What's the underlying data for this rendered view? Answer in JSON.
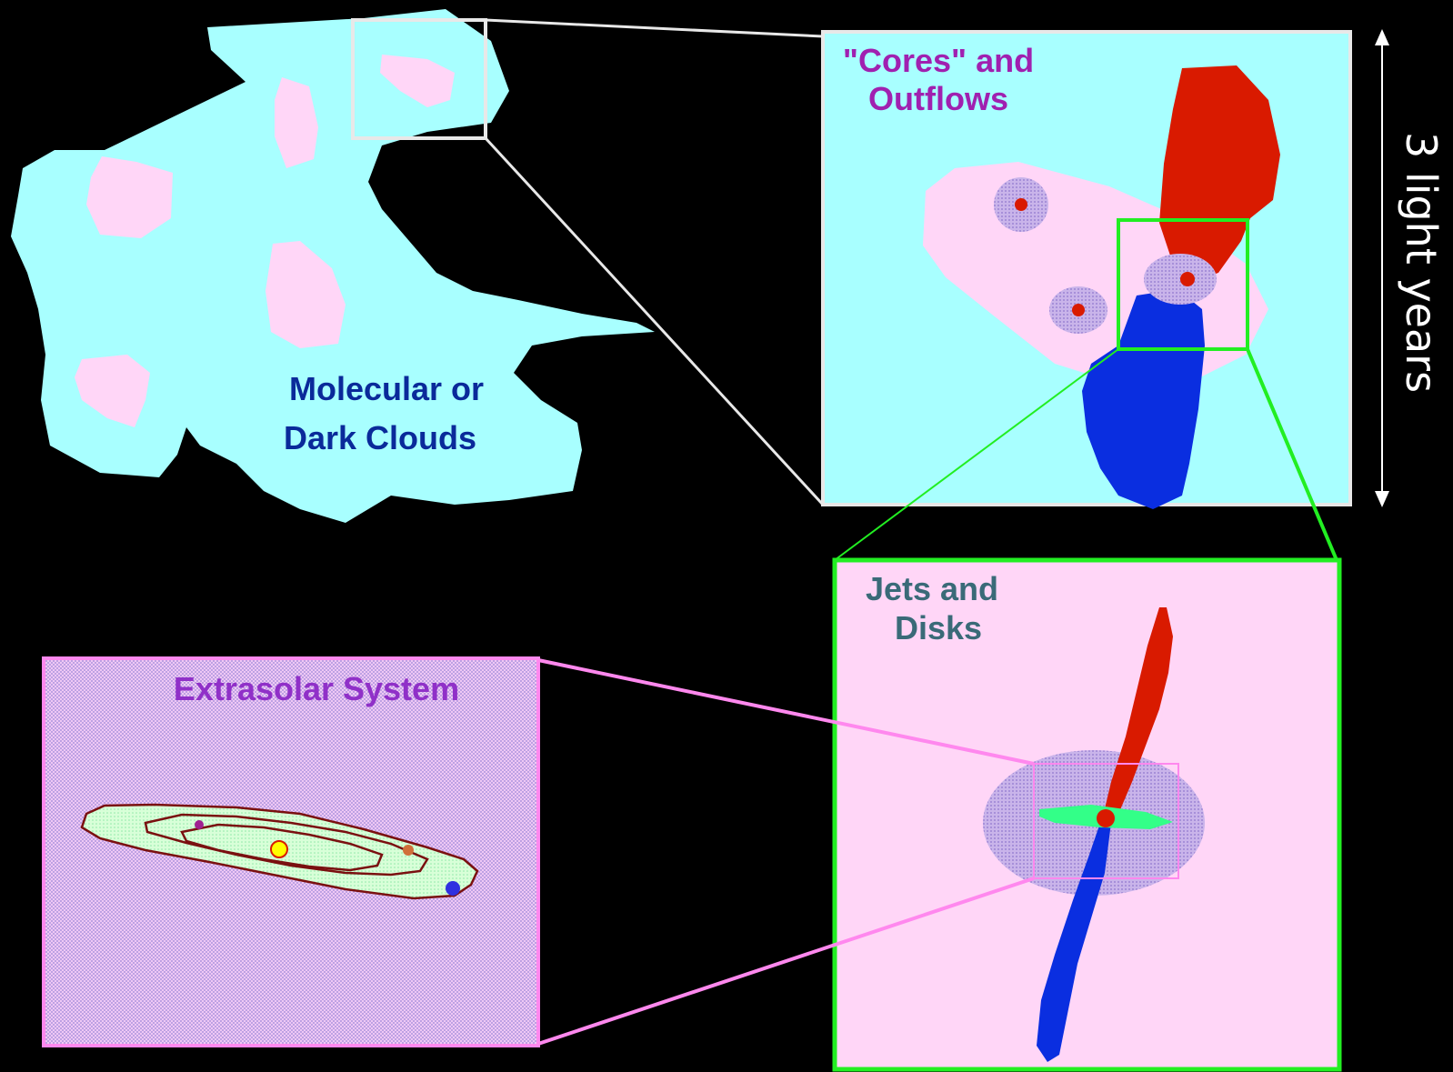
{
  "labels": {
    "molecular_line1": "Molecular or",
    "molecular_line2": "Dark Clouds",
    "cores_line1": "\"Cores\" and",
    "cores_line2": "Outflows",
    "jets_line1": "Jets and",
    "jets_line2": "Disks",
    "extrasolar": "Extrasolar System",
    "scale": "3 light years"
  },
  "colors": {
    "background": "#000000",
    "cloud": "#a8ffff",
    "core_pink": "#ffd6f7",
    "dense_core": "#b39ddb",
    "outflow_red": "#d91a00",
    "outflow_blue": "#0a2ee0",
    "disk_green": "#33ff88",
    "frame_white": "#e8e8e8",
    "frame_green": "#22ee22",
    "frame_pink": "#ff88ee",
    "label_navy": "#0a2a9a",
    "label_magenta": "#a020b0",
    "label_teal": "#3a6a78",
    "label_purple": "#9030c8",
    "orbit": "#7a1010",
    "star_yellow": "#ffff00"
  },
  "planets": [
    {
      "name": "planet-violet",
      "color": "#a02090"
    },
    {
      "name": "planet-orange",
      "color": "#d0703a"
    },
    {
      "name": "planet-blue",
      "color": "#3030e0"
    }
  ]
}
